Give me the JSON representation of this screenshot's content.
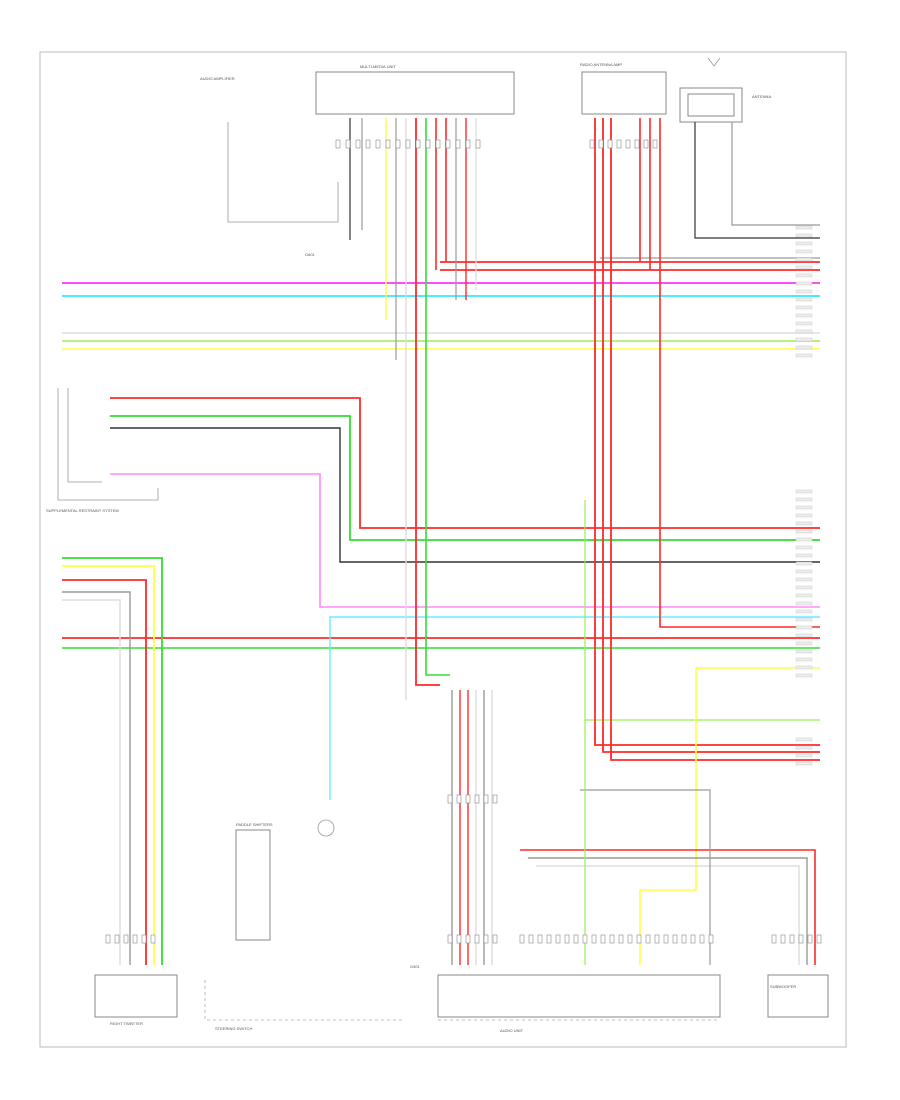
{
  "diagram": {
    "components": {
      "top_left_label": "AUDIO AMPLIFIER",
      "top_center_connector": "MULTI-MEDIA UNIT",
      "top_right_connector": "RADIO ANTENNA AMP",
      "top_far_right_box": "ANTENNA",
      "left_mid_component": "SUPPLEMENTAL RESTRAINT SYSTEM",
      "bottom_left_component": "RIGHT TWEETER",
      "bottom_center_component": "STEERING SWITCH",
      "bottom_center_sub": "PADDLE SHIFTERS",
      "bottom_right_component": "AUDIO UNIT",
      "bottom_far_right_component": "SUBWOOFER",
      "footer_code": ""
    },
    "notes": {
      "ground_top": "G601",
      "ground_bottom": "G401"
    }
  }
}
